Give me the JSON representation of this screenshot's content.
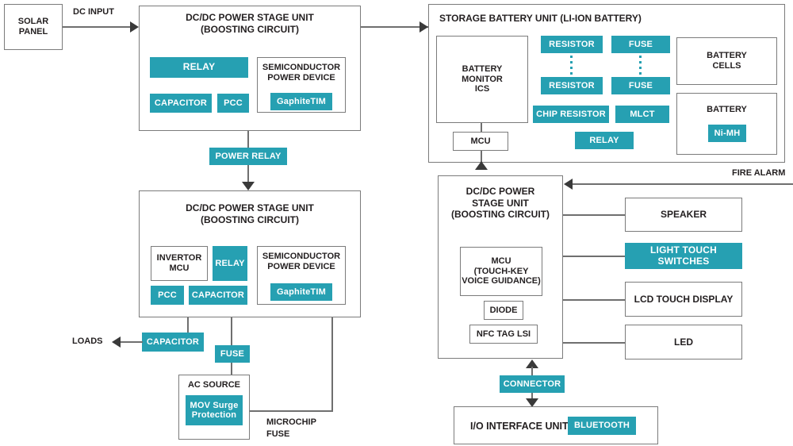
{
  "diagram": {
    "title": "Solar power storage system block diagram",
    "accent_color": "#26a0b2",
    "border_color": "#7b7b7b",
    "text_color": "#231f20"
  },
  "solar_panel": {
    "label": "SOLAR\nPANEL"
  },
  "edge_labels": {
    "dc_input": "DC INPUT",
    "loads": "LOADS",
    "fire_alarm": "FIRE ALARM",
    "microchip_fuse": "MICROCHIP\nFUSE"
  },
  "dcdc_top": {
    "title": "DC/DC POWER STAGE UNIT\n(BOOSTING CIRCUIT)",
    "relay": "RELAY",
    "capacitor": "CAPACITOR",
    "pcc": "PCC",
    "semiconductor": {
      "title": "SEMICONDUCTOR\nPOWER DEVICE",
      "chip": "GaphiteTIM"
    }
  },
  "power_relay": {
    "label": "POWER RELAY"
  },
  "dcdc_bottom": {
    "title": "DC/DC POWER STAGE UNIT\n(BOOSTING CIRCUIT)",
    "invertor_mcu": "INVERTOR\nMCU",
    "relay": "RELAY",
    "pcc": "PCC",
    "capacitor": "CAPACITOR",
    "semiconductor": {
      "title": "SEMICONDUCTOR\nPOWER DEVICE",
      "chip": "GaphiteTIM"
    }
  },
  "output_chain": {
    "capacitor": "CAPACITOR",
    "fuse": "FUSE",
    "ac_source": {
      "title": "AC SOURCE",
      "chip": "MOV Surge\nProtection"
    }
  },
  "storage_battery_unit": {
    "title": "STORAGE BATTERY UNIT (LI-ION BATTERY)",
    "battery_monitor_ics": "BATTERY\nMONITOR\nICS",
    "mcu": "MCU",
    "components": {
      "resistor_top": "RESISTOR",
      "resistor_bottom": "RESISTOR",
      "fuse_top": "FUSE",
      "fuse_bottom": "FUSE",
      "chip_resistor": "CHIP RESISTOR",
      "mlct": "MLCT",
      "relay": "RELAY"
    },
    "battery_cells": "BATTERY\nCELLS",
    "battery": {
      "title": "BATTERY",
      "chip": "Ni-MH"
    }
  },
  "control_unit": {
    "title": "DC/DC POWER\nSTAGE UNIT\n(BOOSTING CIRCUIT)",
    "mcu": "MCU\n(TOUCH-KEY\nVOICE GUIDANCE)",
    "diode": "DIODE",
    "nfc_tag_lsi": "NFC TAG LSI"
  },
  "peripherals": [
    {
      "label": "SPEAKER",
      "accent": false
    },
    {
      "label": "LIGHT TOUCH SWITCHES",
      "accent": true
    },
    {
      "label": "LCD TOUCH DISPLAY",
      "accent": false
    },
    {
      "label": "LED",
      "accent": false
    }
  ],
  "connector": {
    "label": "CONNECTOR"
  },
  "io_interface": {
    "title": "I/O INTERFACE UNIT",
    "chip": "BLUETOOTH"
  }
}
